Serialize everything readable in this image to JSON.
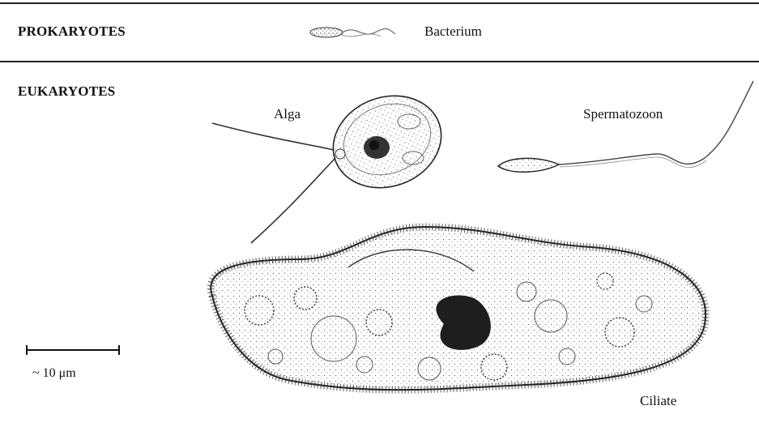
{
  "sections": {
    "prokaryotes": "PROKARYOTES",
    "eukaryotes": "EUKARYOTES"
  },
  "organisms": {
    "bacterium": "Bacterium",
    "alga": "Alga",
    "spermatozoon": "Spermatozoon",
    "ciliate": "Ciliate"
  },
  "scale_bar": {
    "label": "~ 10 μm"
  }
}
